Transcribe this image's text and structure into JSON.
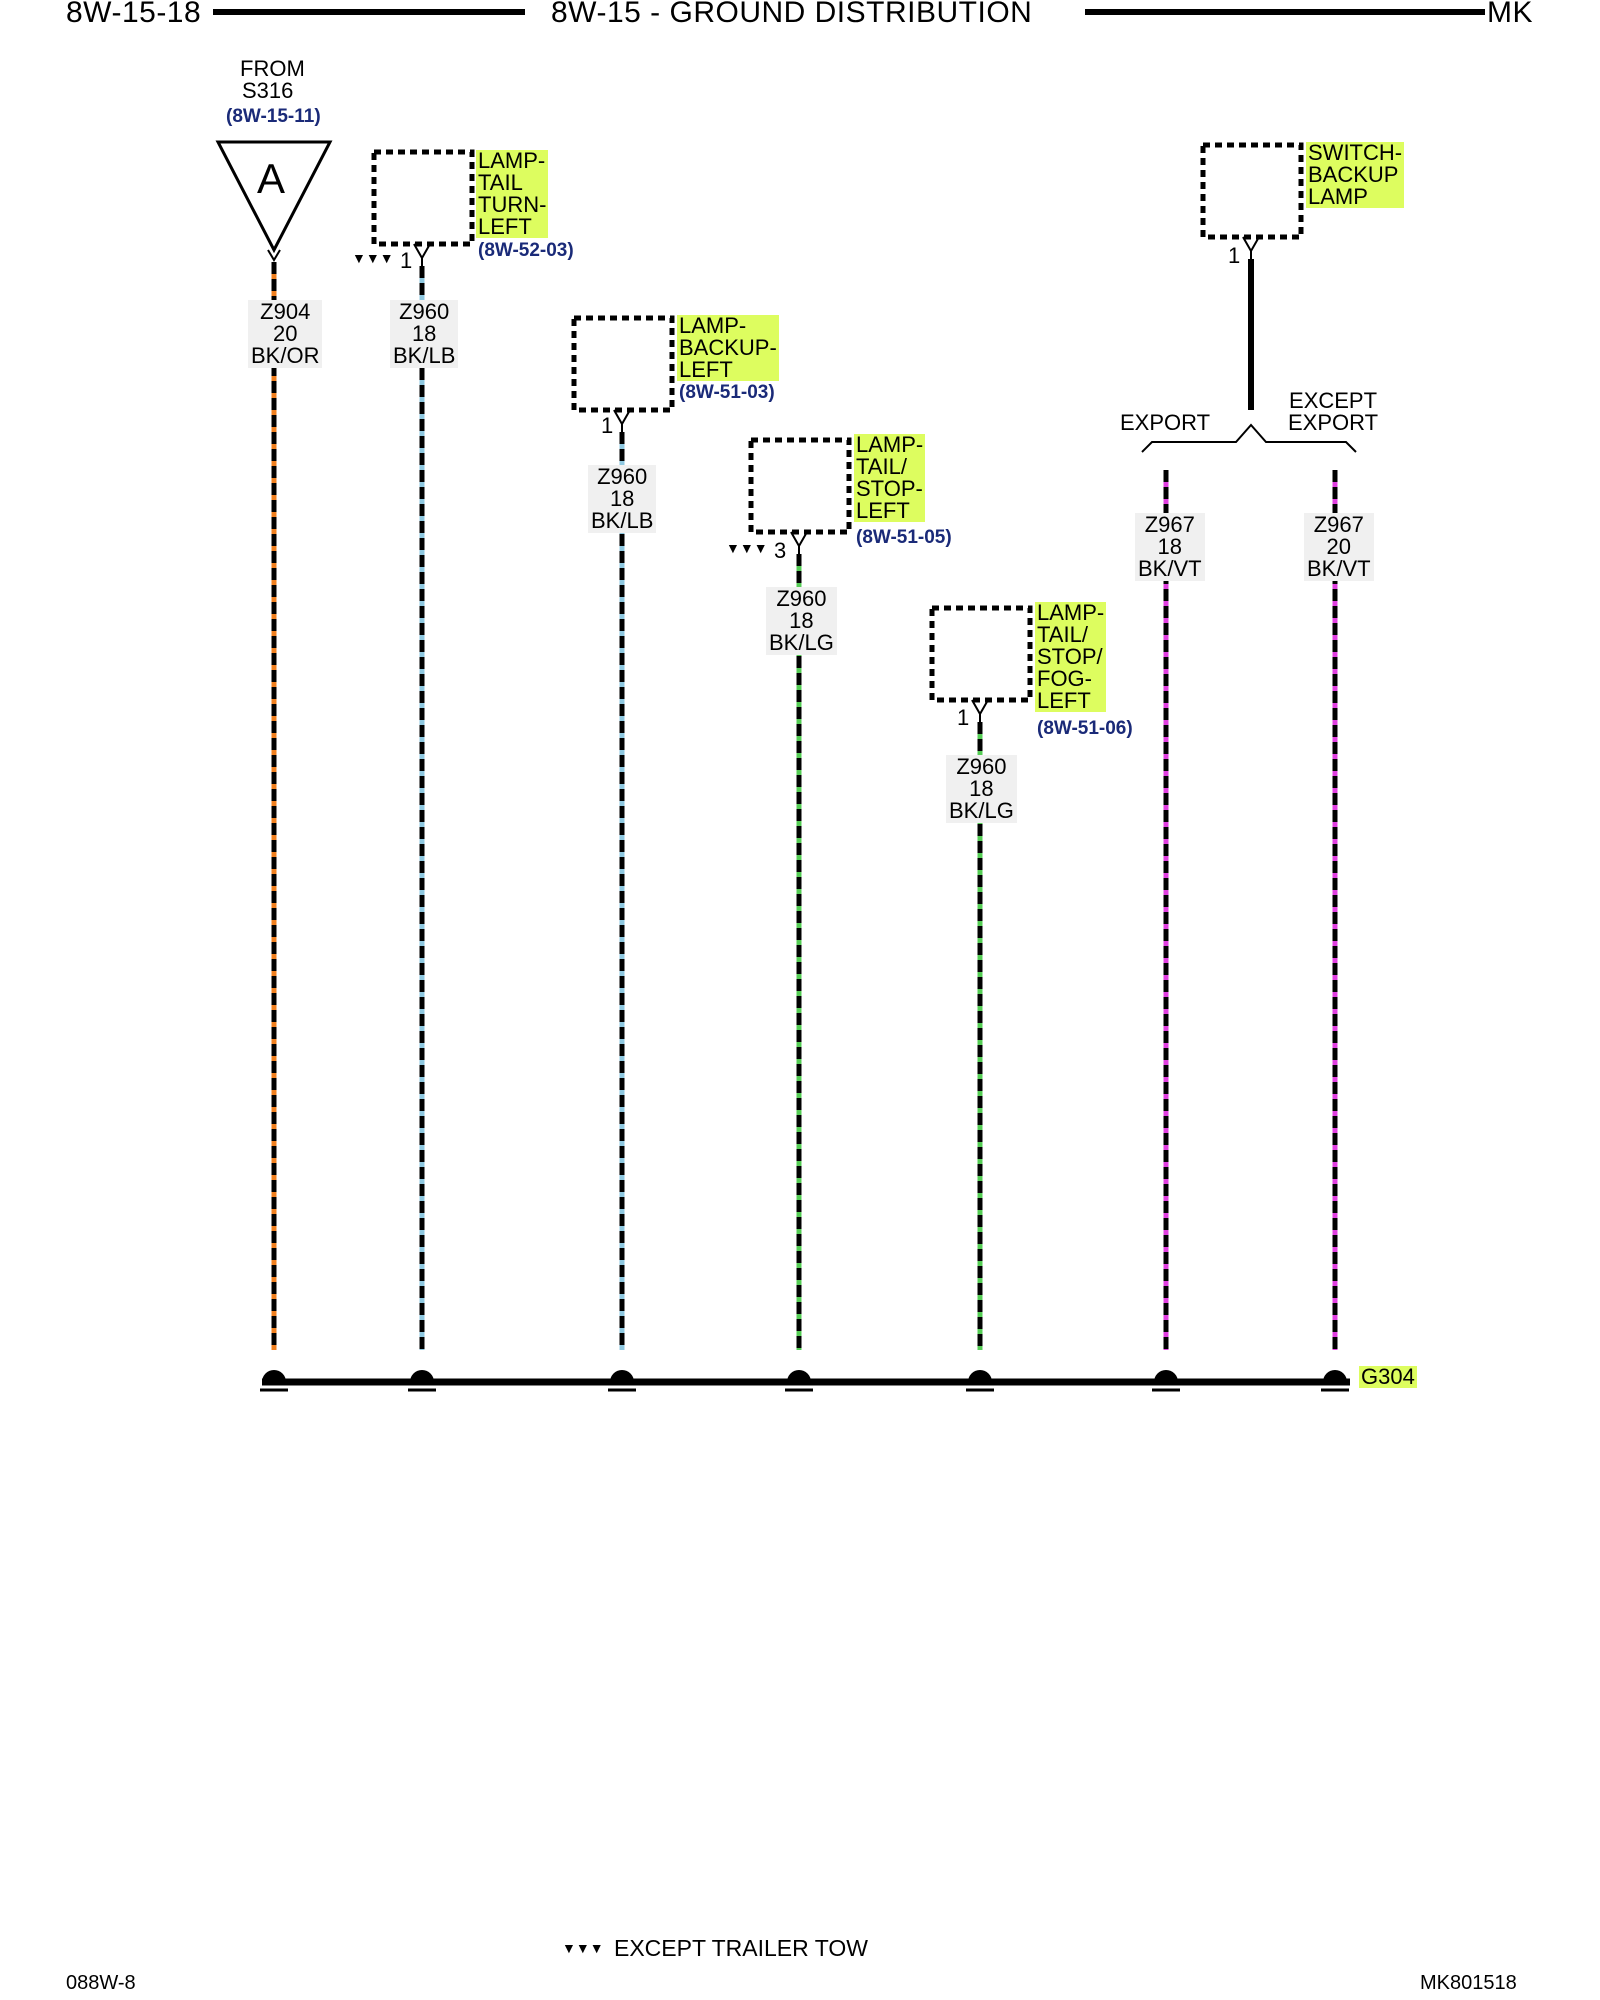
{
  "header": {
    "page_code": "8W-15-18",
    "title": "8W-15 - GROUND DISTRIBUTION",
    "model": "MK"
  },
  "source": {
    "from_label": "FROM",
    "splice": "S316",
    "ref": "(8W-15-11)",
    "connector_letter": "A"
  },
  "components": [
    {
      "name_lines": [
        "LAMP-",
        "TAIL",
        "TURN-",
        "LEFT"
      ],
      "ref": "(8W-52-03)",
      "pin": "1",
      "marker": "▼▼▼"
    },
    {
      "name_lines": [
        "LAMP-",
        "BACKUP-",
        "LEFT"
      ],
      "ref": "(8W-51-03)",
      "pin": "1",
      "marker": ""
    },
    {
      "name_lines": [
        "LAMP-",
        "TAIL/",
        "STOP-",
        "LEFT"
      ],
      "ref": "(8W-51-05)",
      "pin": "3",
      "marker": "▼▼▼"
    },
    {
      "name_lines": [
        "LAMP-",
        "TAIL/",
        "STOP/",
        "FOG-",
        "LEFT"
      ],
      "ref": "(8W-51-06)",
      "pin": "1",
      "marker": ""
    },
    {
      "name_lines": [
        "SWITCH-",
        "BACKUP",
        "LAMP"
      ],
      "ref": "",
      "pin": "1",
      "marker": ""
    }
  ],
  "wires": [
    {
      "circuit": "Z904",
      "gauge": "20",
      "color": "BK/OR",
      "tracer": "#f08020"
    },
    {
      "circuit": "Z960",
      "gauge": "18",
      "color": "BK/LB",
      "tracer": "#8fc8e0"
    },
    {
      "circuit": "Z960",
      "gauge": "18",
      "color": "BK/LB",
      "tracer": "#8fc8e0"
    },
    {
      "circuit": "Z960",
      "gauge": "18",
      "color": "BK/LG",
      "tracer": "#55cc55"
    },
    {
      "circuit": "Z960",
      "gauge": "18",
      "color": "BK/LG",
      "tracer": "#55cc55"
    },
    {
      "circuit": "Z967",
      "gauge": "18",
      "color": "BK/VT",
      "tracer": "#e040e0"
    },
    {
      "circuit": "Z967",
      "gauge": "20",
      "color": "BK/VT",
      "tracer": "#e040e0"
    }
  ],
  "options": {
    "export": "EXPORT",
    "except_export_lines": [
      "EXCEPT",
      "EXPORT"
    ]
  },
  "ground": "G304",
  "legend": {
    "marker": "▼▼▼",
    "text": "EXCEPT TRAILER TOW"
  },
  "footer": {
    "left": "088W-8",
    "right": "MK801518"
  },
  "colors": {
    "highlight": "#ddfd5f",
    "ref_text": "#1a2a78"
  }
}
